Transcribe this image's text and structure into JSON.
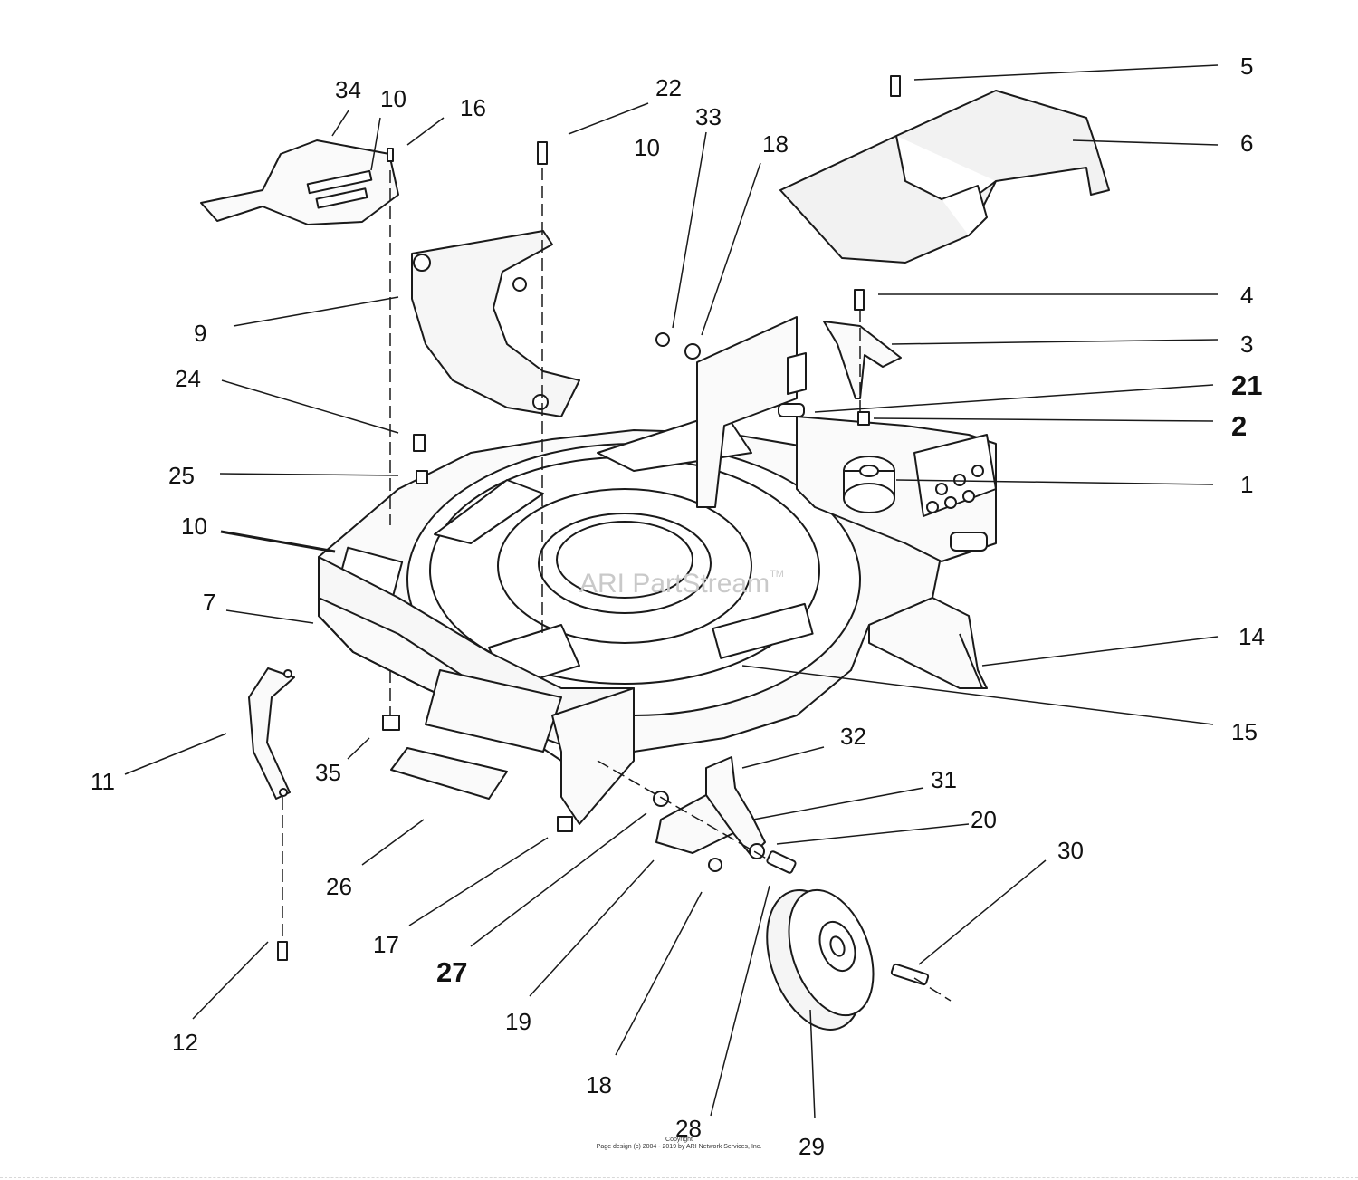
{
  "watermark": {
    "text": "ARI PartStream",
    "tm": "TM"
  },
  "footer": {
    "copyright": "Copyright",
    "page_design": "Page design (c) 2004 - 2019 by ARI Network Services, Inc."
  },
  "callouts": {
    "c1": "1",
    "c2": "2",
    "c3": "3",
    "c4": "4",
    "c5": "5",
    "c6": "6",
    "c7": "7",
    "c9": "9",
    "c10_top": "10",
    "c10_mid": "10",
    "c10_left": "10",
    "c11": "11",
    "c12": "12",
    "c14": "14",
    "c15": "15",
    "c16": "16",
    "c17": "17",
    "c18_top": "18",
    "c18_bottom": "18",
    "c19": "19",
    "c20": "20",
    "c21": "21",
    "c22": "22",
    "c24": "24",
    "c25": "25",
    "c26": "26",
    "c27": "27",
    "c28": "28",
    "c29": "29",
    "c30": "30",
    "c31": "31",
    "c32": "32",
    "c33": "33",
    "c34": "34",
    "c35": "35"
  }
}
